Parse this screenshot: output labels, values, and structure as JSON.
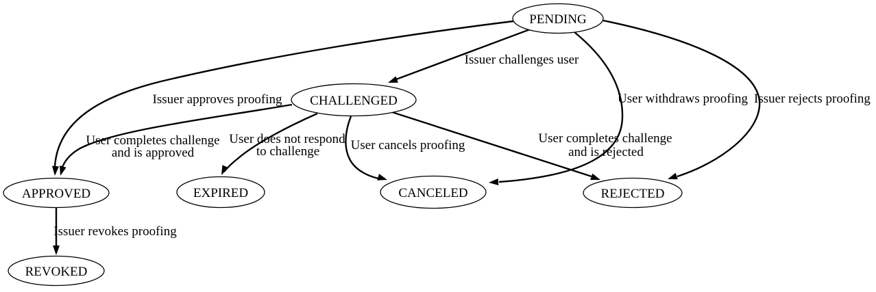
{
  "diagram": {
    "type": "state-machine-graph",
    "background_color": "#ffffff",
    "stroke_color": "#000000",
    "text_color": "#000000",
    "nodes": [
      {
        "id": "pending",
        "label": "PENDING"
      },
      {
        "id": "challenged",
        "label": "CHALLENGED"
      },
      {
        "id": "approved",
        "label": "APPROVED"
      },
      {
        "id": "expired",
        "label": "EXPIRED"
      },
      {
        "id": "canceled",
        "label": "CANCELED"
      },
      {
        "id": "rejected",
        "label": "REJECTED"
      },
      {
        "id": "revoked",
        "label": "REVOKED"
      }
    ],
    "edges": [
      {
        "from": "PENDING",
        "to": "CHALLENGED",
        "label": "Issuer challenges user"
      },
      {
        "from": "PENDING",
        "to": "APPROVED",
        "label": "Issuer approves proofing"
      },
      {
        "from": "PENDING",
        "to": "CANCELED",
        "label": "User withdraws proofing"
      },
      {
        "from": "PENDING",
        "to": "REJECTED",
        "label": "Issuer rejects proofing"
      },
      {
        "from": "CHALLENGED",
        "to": "APPROVED",
        "label": "User completes challenge and is approved",
        "label_lines": [
          "User completes challenge",
          "and is approved"
        ]
      },
      {
        "from": "CHALLENGED",
        "to": "EXPIRED",
        "label": "User does not respond to challenge",
        "label_lines": [
          "User does not respond",
          "to challenge"
        ]
      },
      {
        "from": "CHALLENGED",
        "to": "CANCELED",
        "label": "User cancels proofing"
      },
      {
        "from": "CHALLENGED",
        "to": "REJECTED",
        "label": "User completes challenge and is rejected",
        "label_lines": [
          "User completes challenge",
          "and is rejected"
        ]
      },
      {
        "from": "APPROVED",
        "to": "REVOKED",
        "label": "Issuer revokes proofing"
      }
    ]
  }
}
